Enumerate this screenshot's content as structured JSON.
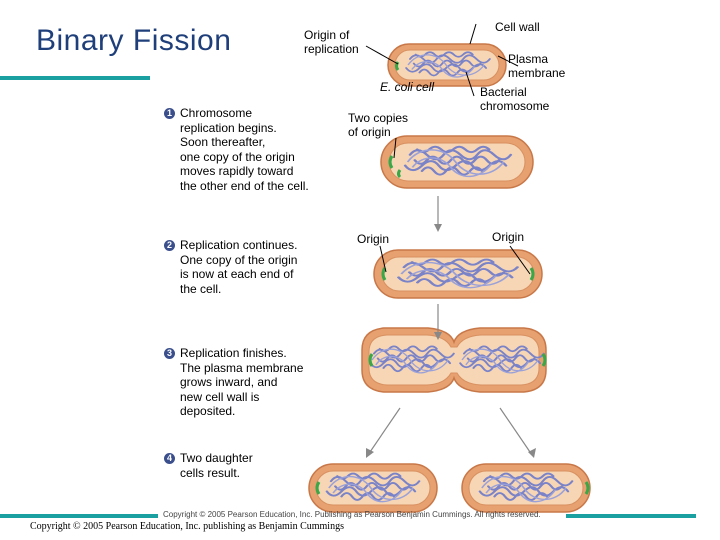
{
  "title": "Binary Fission",
  "labels": {
    "origin_of_replication": "Origin of\nreplication",
    "cell_wall": "Cell wall",
    "plasma_membrane": "Plasma\nmembrane",
    "ecoli_cell": "E. coli cell",
    "bacterial_chromosome": "Bacterial\nchromosome",
    "two_copies_of_origin": "Two copies\nof origin",
    "origin_left": "Origin",
    "origin_right": "Origin"
  },
  "steps": [
    {
      "number": "1",
      "text": "Chromosome\nreplication begins.\nSoon thereafter,\none copy of the origin\nmoves rapidly toward\nthe other end of the cell."
    },
    {
      "number": "2",
      "text": "Replication continues.\nOne copy of the origin\nis now at each end of\nthe cell."
    },
    {
      "number": "3",
      "text": "Replication finishes.\nThe plasma membrane\ngrows inward, and\nnew cell wall is\ndeposited."
    },
    {
      "number": "4",
      "text": "Two daughter\ncells result."
    }
  ],
  "copyright_inner": "Copyright © 2005 Pearson Education, Inc. Publishing as Pearson Benjamin Cummings. All rights reserved.",
  "copyright_footer": "Copyright © 2005 Pearson Education, Inc. publishing as Benjamin Cummings",
  "colors": {
    "title": "#1f3f7a",
    "accent_bar": "#1aa0a0",
    "cell_wall": "#e7a070",
    "cytoplasm": "#f6d6b4",
    "chromosome": "#7a82c8",
    "origin": "#38a848",
    "step_number": "#3a4f8c"
  }
}
